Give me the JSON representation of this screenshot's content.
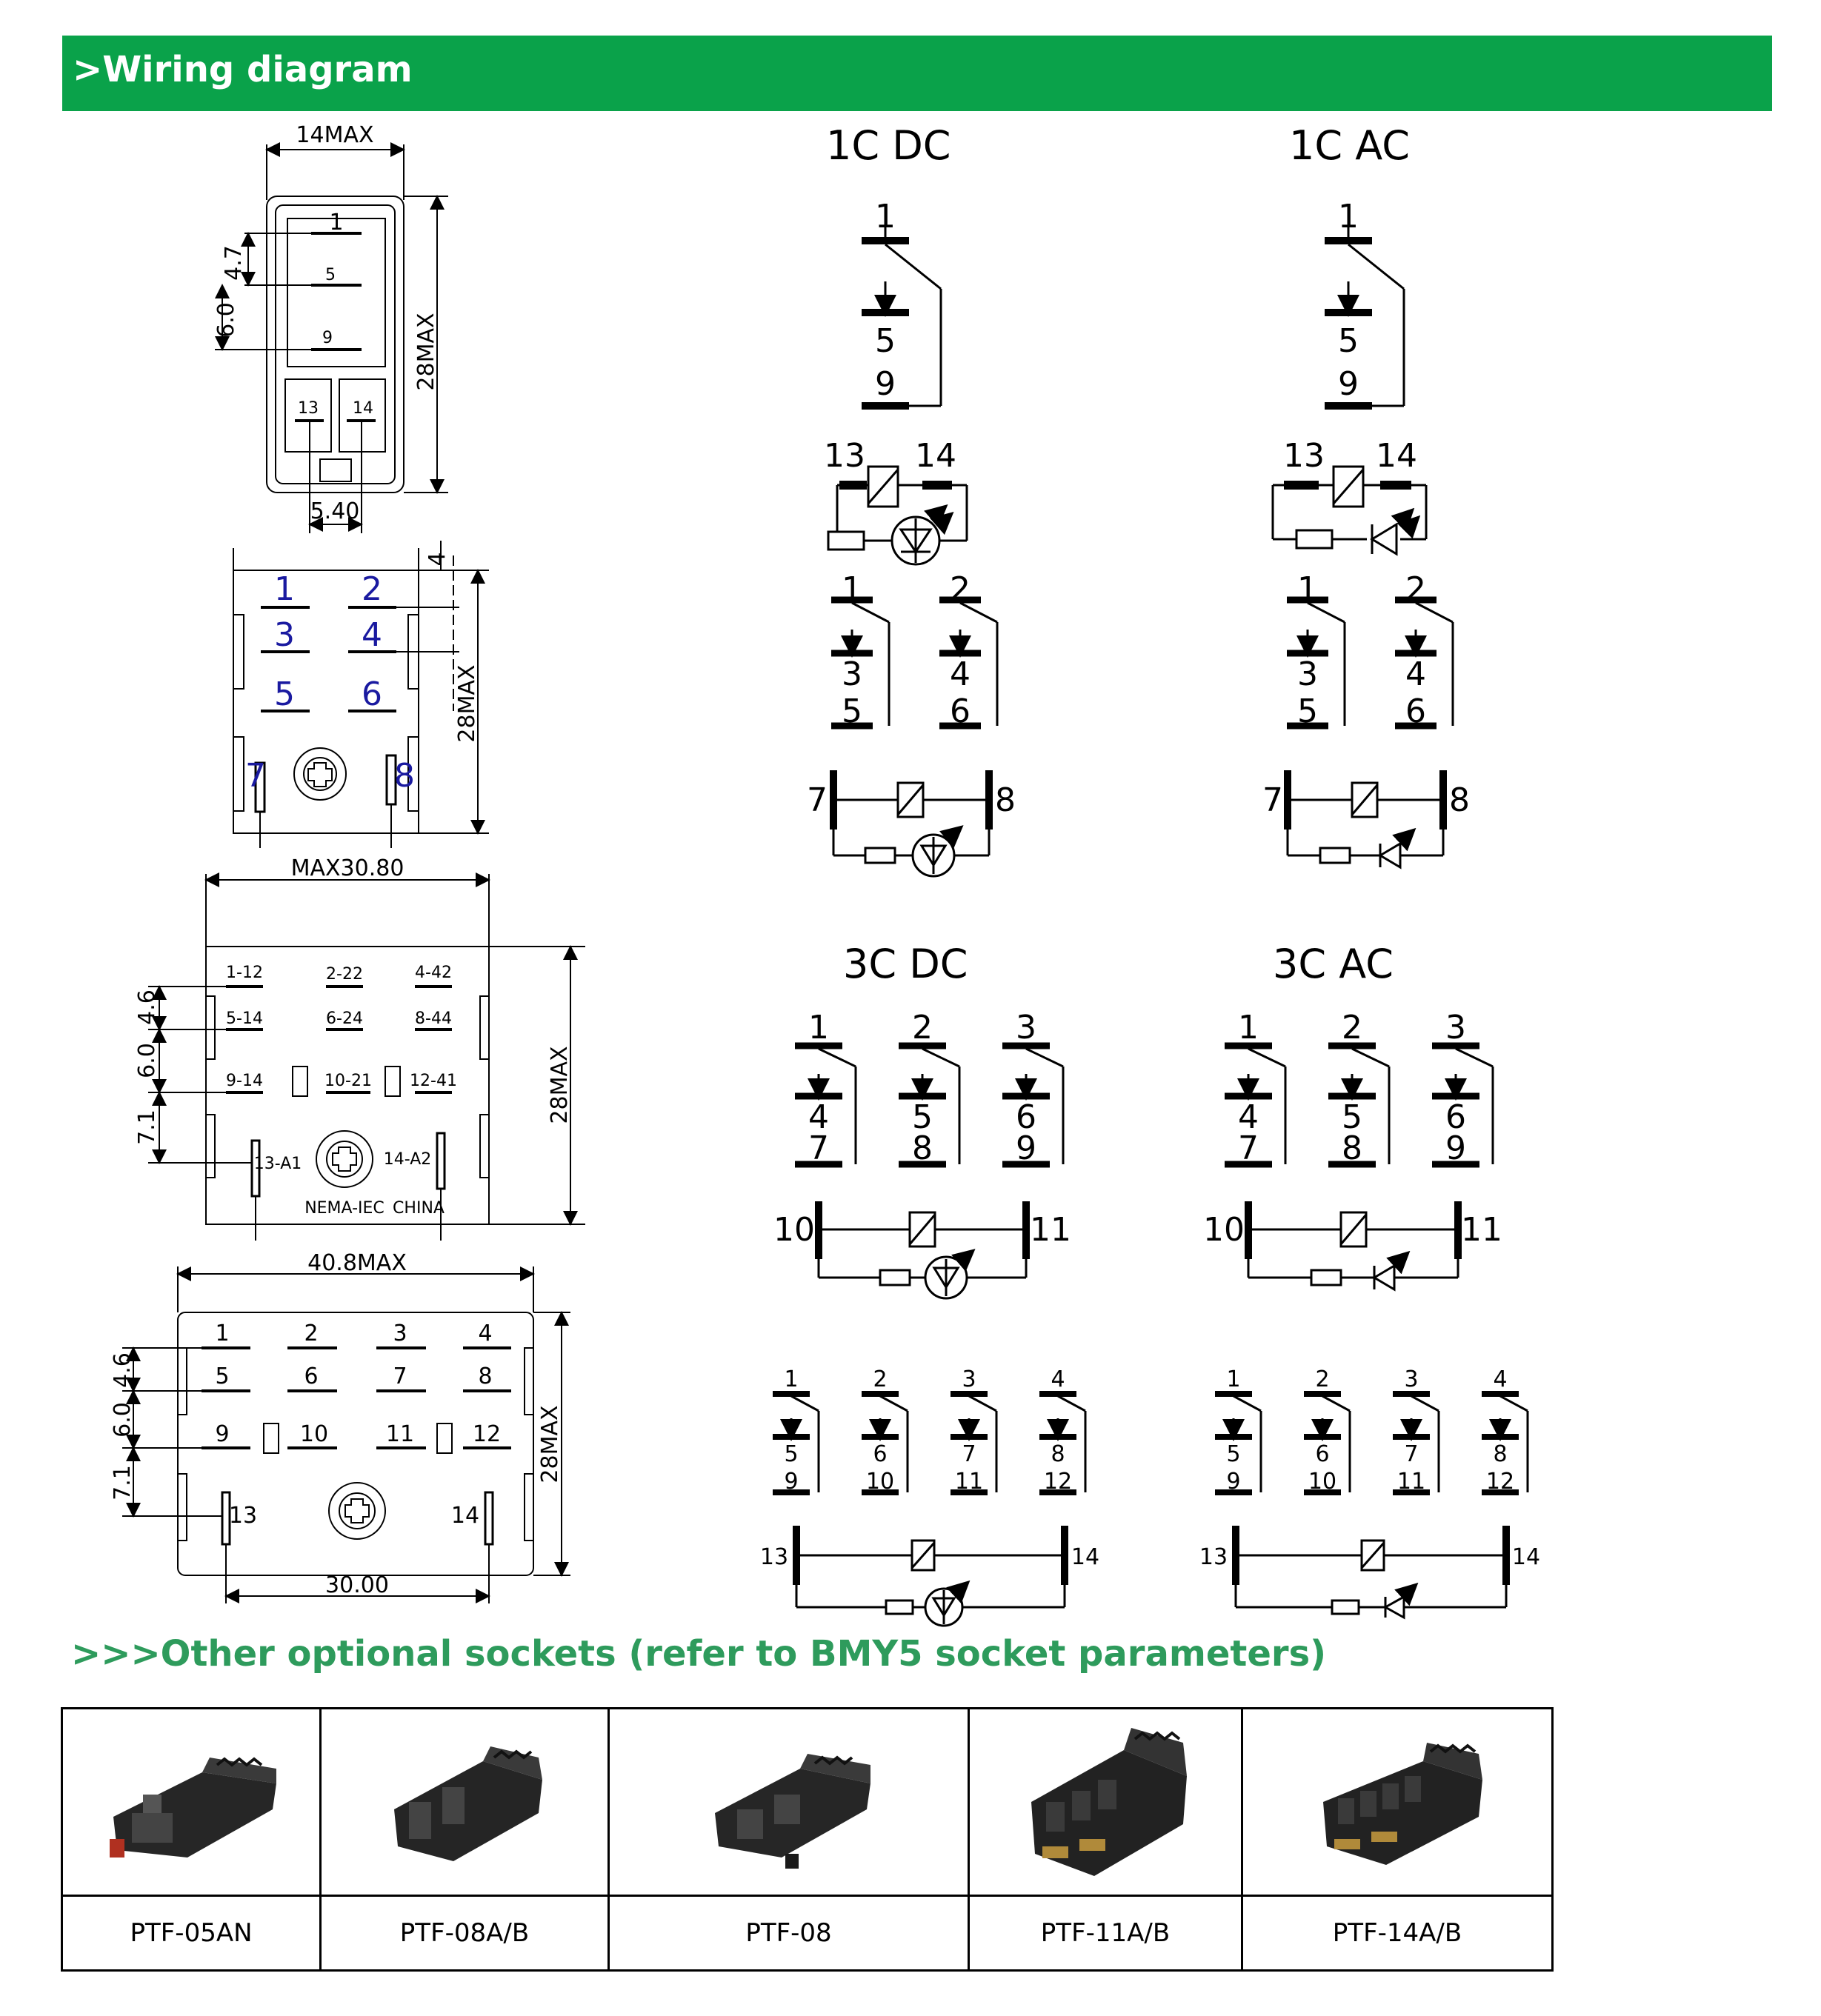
{
  "header": {
    "title": ">Wiring diagram"
  },
  "views": {
    "view1": {
      "width": "14MAX",
      "height": "28MAX",
      "pitch_a": "4.7",
      "pitch_b": "6.0",
      "pins": [
        "1",
        "5",
        "9",
        "13",
        "14"
      ],
      "bottom": "5.40"
    },
    "view2": {
      "pins": [
        "1",
        "2",
        "3",
        "4",
        "5",
        "6",
        "7",
        "8"
      ],
      "height": "28MAX",
      "top": "4"
    },
    "view3": {
      "width": "MAX30.80",
      "height": "28MAX",
      "pitch_a": "4.6",
      "pitch_b": "6.0",
      "pitch_c": "7.1",
      "pins": [
        "1-12",
        "2-22",
        "4-42",
        "5-14",
        "6-24",
        "8-44",
        "9-14",
        "10-21",
        "12-41",
        "13-A1",
        "14-A2"
      ],
      "mark_left": "NEMA-IEC",
      "mark_right": "CHINA"
    },
    "view4": {
      "width": "40.8MAX",
      "height": "28MAX",
      "pitch_a": "4.6",
      "pitch_b": "6.0",
      "pitch_c": "7.1",
      "pins": [
        "1",
        "2",
        "3",
        "4",
        "5",
        "6",
        "7",
        "8",
        "9",
        "10",
        "11",
        "12",
        "13",
        "14"
      ],
      "bottom": "30.00"
    }
  },
  "schematics": {
    "c1_dc": {
      "title": "1C   DC",
      "contacts": [
        "1",
        "5",
        "9"
      ],
      "coil": [
        "13",
        "14"
      ]
    },
    "c1_ac": {
      "title": "1C   AC",
      "contacts": [
        "1",
        "5",
        "9"
      ],
      "coil": [
        "13",
        "14"
      ]
    },
    "c2_dc": {
      "contacts_a": [
        "1",
        "3",
        "5"
      ],
      "contacts_b": [
        "2",
        "4",
        "6"
      ],
      "coil": [
        "7",
        "8"
      ]
    },
    "c2_ac": {
      "contacts_a": [
        "1",
        "3",
        "5"
      ],
      "contacts_b": [
        "2",
        "4",
        "6"
      ],
      "coil": [
        "7",
        "8"
      ]
    },
    "c3_dc": {
      "title": "3C  DC",
      "contacts": [
        [
          "1",
          "4",
          "7"
        ],
        [
          "2",
          "5",
          "8"
        ],
        [
          "3",
          "6",
          "9"
        ]
      ],
      "coil": [
        "10",
        "11"
      ]
    },
    "c3_ac": {
      "title": "3C  AC",
      "contacts": [
        [
          "1",
          "4",
          "7"
        ],
        [
          "2",
          "5",
          "8"
        ],
        [
          "3",
          "6",
          "9"
        ]
      ],
      "coil": [
        "10",
        "11"
      ]
    },
    "c4_dc": {
      "contacts": [
        [
          "1",
          "5",
          "9"
        ],
        [
          "2",
          "6",
          "10"
        ],
        [
          "3",
          "7",
          "11"
        ],
        [
          "4",
          "8",
          "12"
        ]
      ],
      "coil": [
        "13",
        "14"
      ]
    },
    "c4_ac": {
      "contacts": [
        [
          "1",
          "5",
          "9"
        ],
        [
          "2",
          "6",
          "10"
        ],
        [
          "3",
          "7",
          "11"
        ],
        [
          "4",
          "8",
          "12"
        ]
      ],
      "coil": [
        "13",
        "14"
      ]
    }
  },
  "sockets": {
    "heading": ">>>Other optional sockets (refer to BMY5 socket parameters)",
    "items": [
      {
        "name": "PTF-05AN"
      },
      {
        "name": "PTF-08A/B"
      },
      {
        "name": "PTF-08"
      },
      {
        "name": "PTF-11A/B"
      },
      {
        "name": "PTF-14A/B"
      }
    ]
  }
}
